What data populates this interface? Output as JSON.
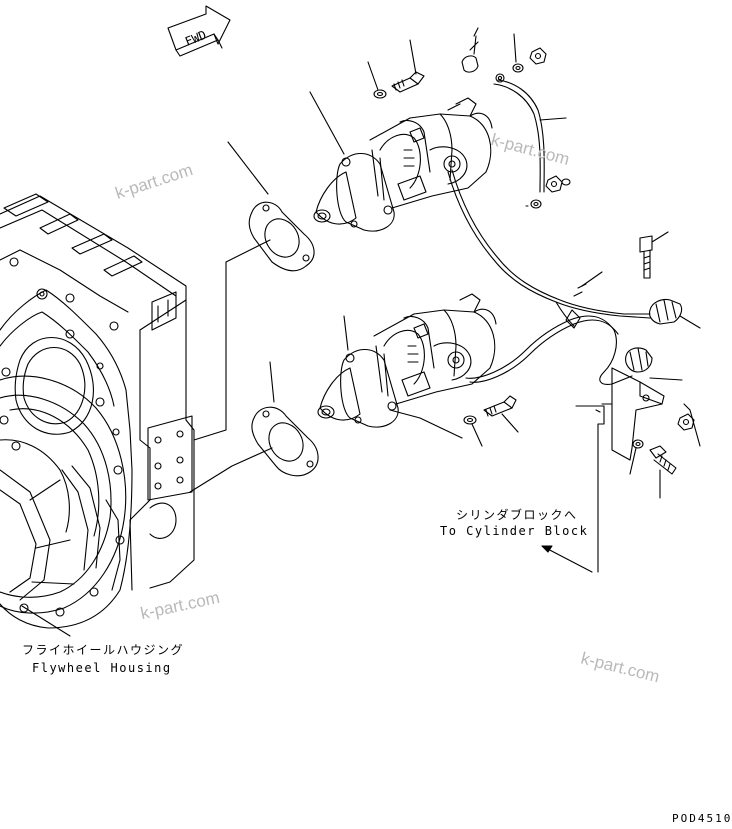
{
  "fwd_text": "FWD",
  "labels": {
    "flywheel_housing_jp": "フライホイールハウジング",
    "flywheel_housing_en": "Flywheel Housing",
    "cylinder_block_jp": "シリンダブロックへ",
    "cylinder_block_en": "To Cylinder Block"
  },
  "watermarks": [
    "k-part.com",
    "k-part.com",
    "k-part.com",
    "k-part.com"
  ],
  "drawing_code": "POD4510"
}
